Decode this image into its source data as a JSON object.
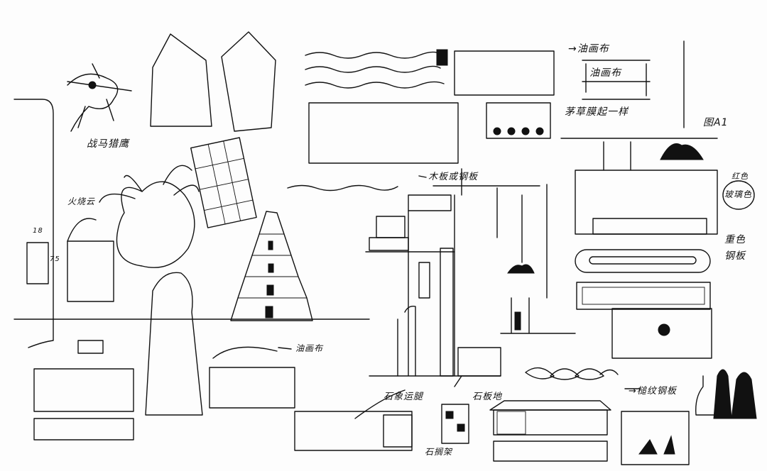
{
  "sketch": {
    "ink_color": "#111111",
    "paper_color": "#fdfdfd",
    "labels": {
      "war_horse": "战马猎鹰",
      "fire_cloud": "火烧云",
      "dim_18": "18",
      "dim_75": "75",
      "canvas_mid": "油画布",
      "wood_or_steel": "木板或钢板",
      "canvas_top_1": "→油画布",
      "canvas_top_2": "油画布",
      "thatch": "茅草膜起一样",
      "figure_a1": "图A1",
      "red": "红色",
      "glass": "玻璃色",
      "dark_color": "重色",
      "steel_plate": "钢板",
      "stone_legs": "石象运腿",
      "stone_floor": "石板地",
      "stone_shelf": "石搁架",
      "hammered_steel": "→槌纹钢板"
    }
  }
}
